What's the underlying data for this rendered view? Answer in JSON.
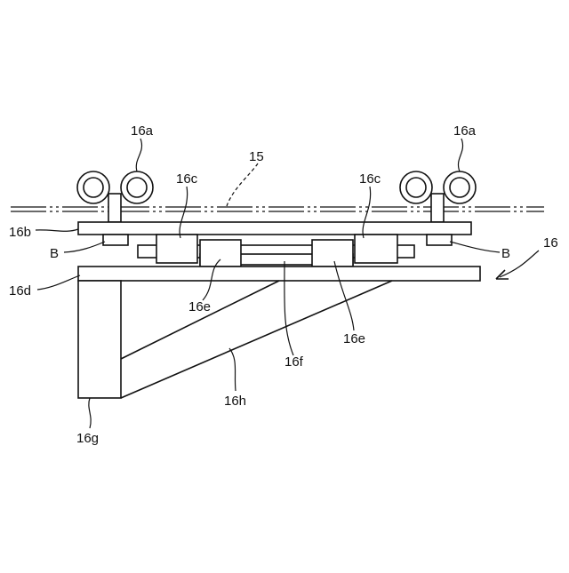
{
  "diagram": {
    "colors": {
      "stroke": "#111111",
      "background": "#ffffff"
    },
    "labels": {
      "wheel_left": "16a",
      "wheel_right": "16a",
      "rail": "15",
      "cleat_left": "16c",
      "cleat_right": "16c",
      "top_plate": "16b",
      "bolt_left": "B",
      "bolt_right": "B",
      "assembly": "16",
      "base_plate": "16d",
      "block_left": "16e",
      "block_right": "16e",
      "bar": "16f",
      "brace": "16h",
      "post": "16g"
    }
  }
}
